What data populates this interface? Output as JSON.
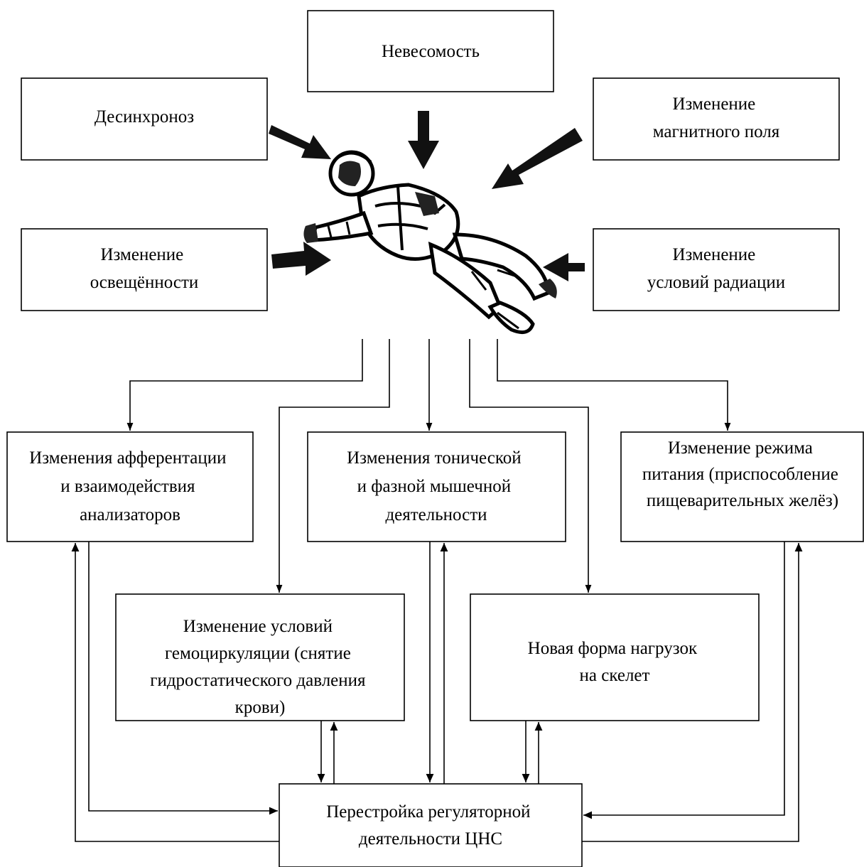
{
  "nodes": {
    "weightlessness": {
      "lines": [
        "Невесомость"
      ]
    },
    "desynchronosis": {
      "lines": [
        "Десинхроноз"
      ]
    },
    "magnetic_field": {
      "lines": [
        "Изменение",
        "магнитного поля"
      ]
    },
    "illumination": {
      "lines": [
        "Изменение",
        "освещённости"
      ]
    },
    "radiation": {
      "lines": [
        "Изменение",
        "условий радиации"
      ]
    },
    "afferentation": {
      "lines": [
        "Изменения афферентации",
        "и взаимодействия",
        "анализаторов"
      ]
    },
    "muscle_activity": {
      "lines": [
        "Изменения тонической",
        "и фазной мышечной",
        "деятельности"
      ]
    },
    "nutrition": {
      "lines": [
        "Изменение режима",
        "питания (приспособление",
        "пищеварительных желёз)"
      ]
    },
    "hemocirculation": {
      "lines": [
        "Изменение условий",
        "гемоциркуляции (снятие",
        "гидростатического давления",
        "крови)"
      ]
    },
    "skeleton_load": {
      "lines": [
        "Новая форма нагрузок",
        "на скелет"
      ]
    },
    "cns": {
      "lines": [
        "Перестройка регуляторной",
        "деятельности ЦНС"
      ]
    }
  },
  "center_figure": {
    "icon": "cosmonaut-figure"
  },
  "colors": {
    "ink": "#000000",
    "background": "#ffffff"
  }
}
